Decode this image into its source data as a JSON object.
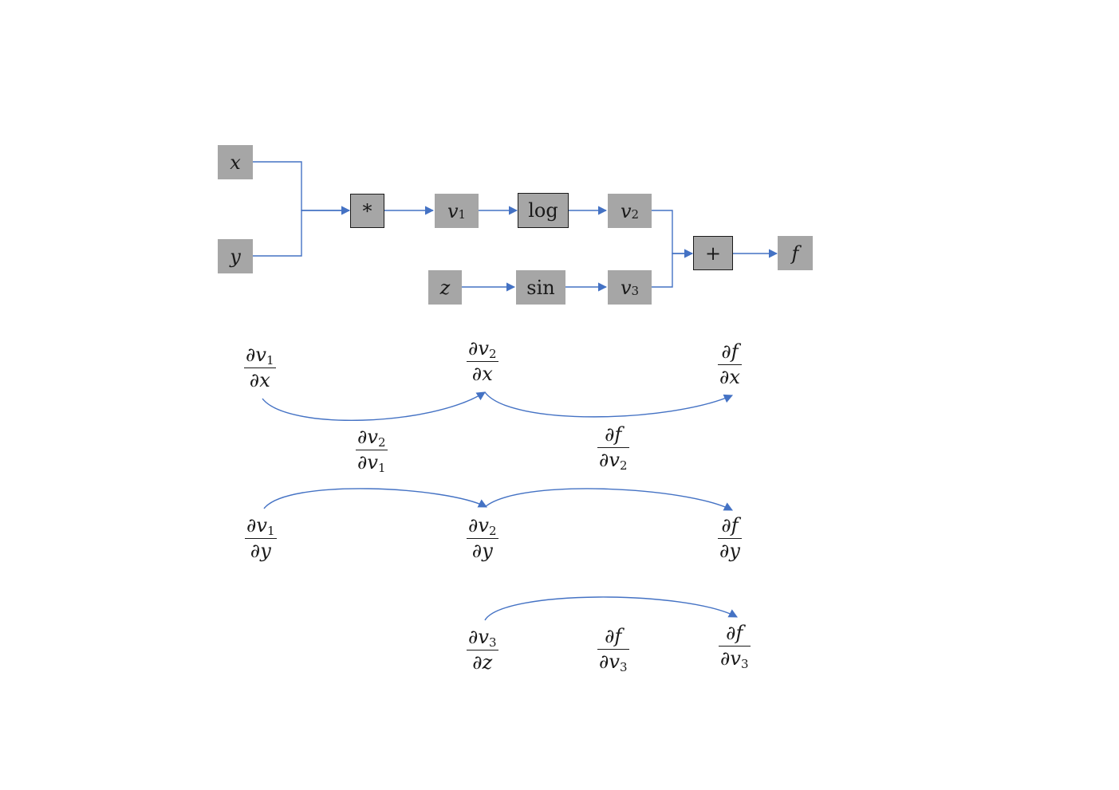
{
  "graph": {
    "nodes": {
      "x": {
        "var": "x",
        "sub": ""
      },
      "y": {
        "var": "y",
        "sub": ""
      },
      "mul": {
        "op": "*"
      },
      "v1": {
        "var": "v",
        "sub": "1"
      },
      "log": {
        "op": "log"
      },
      "v2": {
        "var": "v",
        "sub": "2"
      },
      "z": {
        "var": "z",
        "sub": ""
      },
      "sin": {
        "op": "sin"
      },
      "v3": {
        "var": "v",
        "sub": "3"
      },
      "plus": {
        "op": "+"
      },
      "f": {
        "var": "f",
        "sub": ""
      }
    },
    "colors": {
      "node_fill": "#a6a6a6",
      "edge": "#4472c4",
      "border": "#1a1a1a"
    }
  },
  "derivatives": {
    "d": "∂",
    "dv1_dx": {
      "num_var": "v",
      "num_sub": "1",
      "den_var": "x",
      "den_sub": ""
    },
    "dv2_dx": {
      "num_var": "v",
      "num_sub": "2",
      "den_var": "x",
      "den_sub": ""
    },
    "df_dx": {
      "num_var": "f",
      "num_sub": "",
      "den_var": "x",
      "den_sub": ""
    },
    "dv2_dv1": {
      "num_var": "v",
      "num_sub": "2",
      "den_var": "v",
      "den_sub": "1"
    },
    "df_dv2": {
      "num_var": "f",
      "num_sub": "",
      "den_var": "v",
      "den_sub": "2"
    },
    "dv1_dy": {
      "num_var": "v",
      "num_sub": "1",
      "den_var": "y",
      "den_sub": ""
    },
    "dv2_dy": {
      "num_var": "v",
      "num_sub": "2",
      "den_var": "y",
      "den_sub": ""
    },
    "df_dy": {
      "num_var": "f",
      "num_sub": "",
      "den_var": "y",
      "den_sub": ""
    },
    "dv3_dz": {
      "num_var": "v",
      "num_sub": "3",
      "den_var": "z",
      "den_sub": ""
    },
    "df_dv3_mid": {
      "num_var": "f",
      "num_sub": "",
      "den_var": "v",
      "den_sub": "3"
    },
    "df_dv3_right": {
      "num_var": "f",
      "num_sub": "",
      "den_var": "v",
      "den_sub": "3"
    }
  }
}
